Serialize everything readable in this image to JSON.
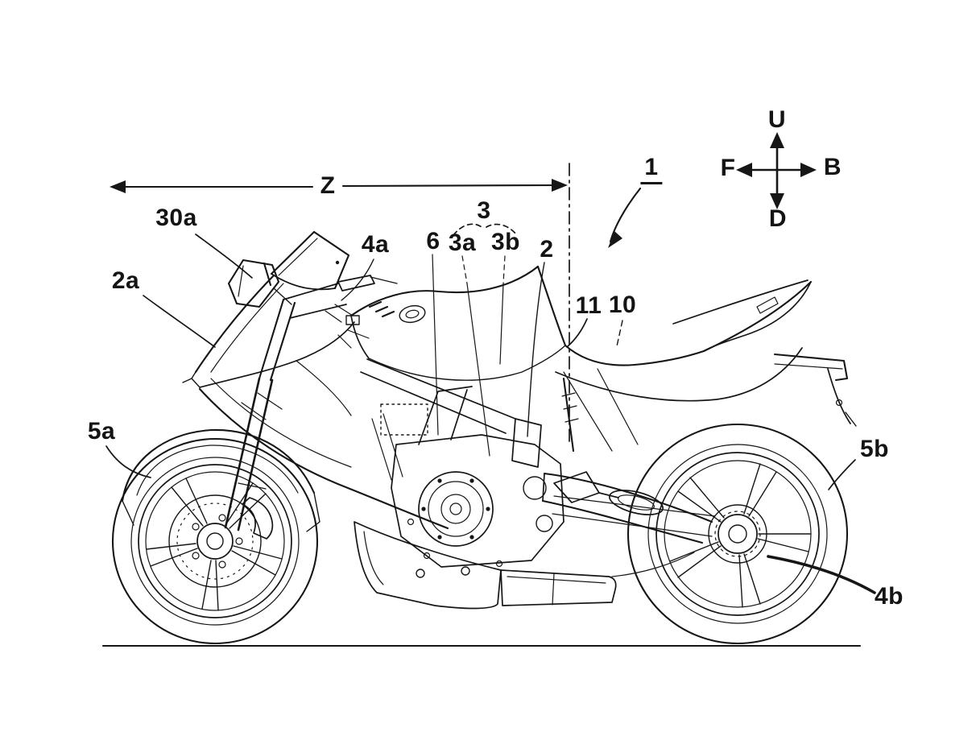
{
  "figure": {
    "kind": "patent line drawing",
    "subject": "Sport motorcycle, left side elevation view with reference numerals",
    "background_color": "#ffffff",
    "ink_color": "#161616"
  },
  "dimension": {
    "label": "Z"
  },
  "compass": {
    "up": "U",
    "down": "D",
    "front": "F",
    "back": "B"
  },
  "labels": [
    {
      "id": "1",
      "text": "1",
      "underlined": true,
      "points_to": "whole motorcycle"
    },
    {
      "id": "2",
      "text": "2",
      "underlined": false,
      "points_to": "frame / mid body"
    },
    {
      "id": "2a",
      "text": "2a",
      "underlined": false,
      "points_to": "upper front fairing"
    },
    {
      "id": "3",
      "text": "3",
      "underlined": false,
      "points_to": "group of 3a and 3b"
    },
    {
      "id": "3a",
      "text": "3a",
      "underlined": false,
      "points_to": "engine area part a"
    },
    {
      "id": "3b",
      "text": "3b",
      "underlined": false,
      "points_to": "engine area part b"
    },
    {
      "id": "4a",
      "text": "4a",
      "underlined": false,
      "points_to": "steering / handlebar area"
    },
    {
      "id": "4b",
      "text": "4b",
      "underlined": false,
      "points_to": "rear axle area"
    },
    {
      "id": "5a",
      "text": "5a",
      "underlined": false,
      "points_to": "front wheel"
    },
    {
      "id": "5b",
      "text": "5b",
      "underlined": false,
      "points_to": "rear wheel"
    },
    {
      "id": "6",
      "text": "6",
      "underlined": false,
      "points_to": "component near engine front"
    },
    {
      "id": "10",
      "text": "10",
      "underlined": false,
      "points_to": "seat front area"
    },
    {
      "id": "11",
      "text": "11",
      "underlined": false,
      "points_to": "seat dip area"
    },
    {
      "id": "30a",
      "text": "30a",
      "underlined": false,
      "points_to": "left mirror"
    }
  ]
}
